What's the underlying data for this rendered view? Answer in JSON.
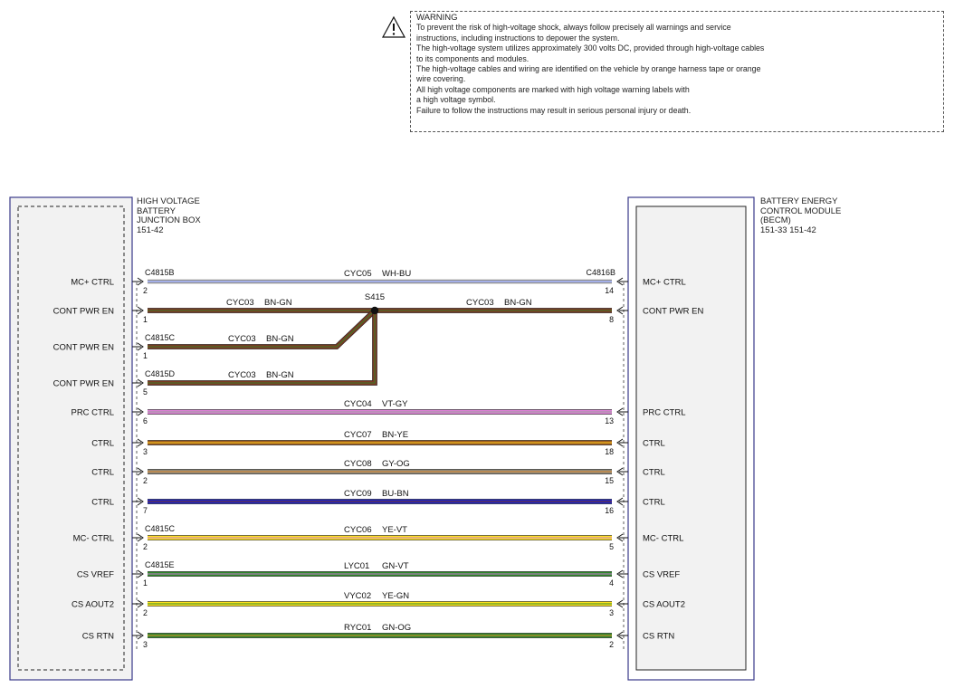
{
  "warning": {
    "title": "WARNING",
    "lines": [
      "To prevent the risk of high-voltage shock, always follow precisely all warnings and service",
      "instructions, including instructions to depower the system.",
      "The high-voltage system utilizes approximately 300 volts DC, provided through high-voltage cables",
      "to its components and modules.",
      "The high-voltage cables and wiring are identified on the vehicle by orange harness tape or orange",
      "wire covering.",
      "All high voltage components are marked with high voltage warning labels with",
      "a high voltage symbol.",
      "Failure to follow the instructions may result in serious personal injury or death."
    ]
  },
  "left_component": {
    "title_lines": [
      "HIGH VOLTAGE",
      "BATTERY",
      "JUNCTION BOX",
      "151-42"
    ]
  },
  "right_component": {
    "title_lines": [
      "BATTERY ENERGY",
      "CONTROL MODULE",
      "(BECM)",
      "151-33  151-42"
    ]
  },
  "splice": {
    "label": "S415"
  },
  "circuits": [
    {
      "left_label": "MC+ CTRL",
      "left_connector": "C4815B",
      "left_pin": "2",
      "circuit": "CYC05",
      "color_code": "WH-BU",
      "right_connector": "C4816B",
      "right_pin": "14",
      "right_label": "MC+ CTRL",
      "wire_color": "#ffffff",
      "stripe_color": "#4a5fd0"
    },
    {
      "left_label": "CONT PWR EN",
      "left_connector": "",
      "left_pin": "1",
      "circuit": "CYC03",
      "color_code": "BN-GN",
      "right_connector": "",
      "right_pin": "8",
      "right_label": "CONT PWR EN",
      "wire_color": "#7a3b22",
      "stripe_color": "#3d7a2a"
    },
    {
      "left_label": "CONT PWR EN",
      "left_connector": "C4815C",
      "left_pin": "1",
      "circuit": "CYC03",
      "color_code": "BN-GN",
      "right_connector": "",
      "right_pin": "",
      "right_label": "",
      "wire_color": "#7a3b22",
      "stripe_color": "#3d7a2a"
    },
    {
      "left_label": "CONT PWR EN",
      "left_connector": "C4815D",
      "left_pin": "5",
      "circuit": "CYC03",
      "color_code": "BN-GN",
      "right_connector": "",
      "right_pin": "",
      "right_label": "",
      "wire_color": "#7a3b22",
      "stripe_color": "#3d7a2a"
    },
    {
      "left_label": "PRC CTRL",
      "left_connector": "",
      "left_pin": "6",
      "circuit": "CYC04",
      "color_code": "VT-GY",
      "right_connector": "",
      "right_pin": "13",
      "right_label": "PRC CTRL",
      "wire_color": "#dd82d6",
      "stripe_color": "#9c9c9c"
    },
    {
      "left_label": "CTRL",
      "left_connector": "",
      "left_pin": "3",
      "circuit": "CYC07",
      "color_code": "BN-YE",
      "right_connector": "",
      "right_pin": "18",
      "right_label": "CTRL",
      "wire_color": "#9c5a1e",
      "stripe_color": "#ffd21e"
    },
    {
      "left_label": "CTRL",
      "left_connector": "",
      "left_pin": "2",
      "circuit": "CYC08",
      "color_code": "GY-OG",
      "right_connector": "",
      "right_pin": "15",
      "right_label": "CTRL",
      "wire_color": "#8e8878",
      "stripe_color": "#e38a2e"
    },
    {
      "left_label": "CTRL",
      "left_connector": "",
      "left_pin": "7",
      "circuit": "CYC09",
      "color_code": "BU-BN",
      "right_connector": "",
      "right_pin": "16",
      "right_label": "CTRL",
      "wire_color": "#1c22c4",
      "stripe_color": "#7a3b22"
    },
    {
      "left_label": "MC- CTRL",
      "left_connector": "C4815C",
      "left_pin": "2",
      "circuit": "CYC06",
      "color_code": "YE-VT",
      "right_connector": "",
      "right_pin": "5",
      "right_label": "MC- CTRL",
      "wire_color": "#ffe21e",
      "stripe_color": "#c87ad4"
    },
    {
      "left_label": "CS VREF",
      "left_connector": "C4815E",
      "left_pin": "1",
      "circuit": "LYC01",
      "color_code": "GN-VT",
      "right_connector": "",
      "right_pin": "4",
      "right_label": "CS VREF",
      "wire_color": "#2f8a2a",
      "stripe_color": "#c87ad4"
    },
    {
      "left_label": "CS AOUT2",
      "left_connector": "",
      "left_pin": "2",
      "circuit": "VYC02",
      "color_code": "YE-GN",
      "right_connector": "",
      "right_pin": "3",
      "right_label": "CS AOUT2",
      "wire_color": "#ffe21e",
      "stripe_color": "#2f8a2a"
    },
    {
      "left_label": "CS RTN",
      "left_connector": "",
      "left_pin": "3",
      "circuit": "RYC01",
      "color_code": "GN-OG",
      "right_connector": "",
      "right_pin": "2",
      "right_label": "CS RTN",
      "wire_color": "#2f8a2a",
      "stripe_color": "#e38a2e"
    }
  ]
}
